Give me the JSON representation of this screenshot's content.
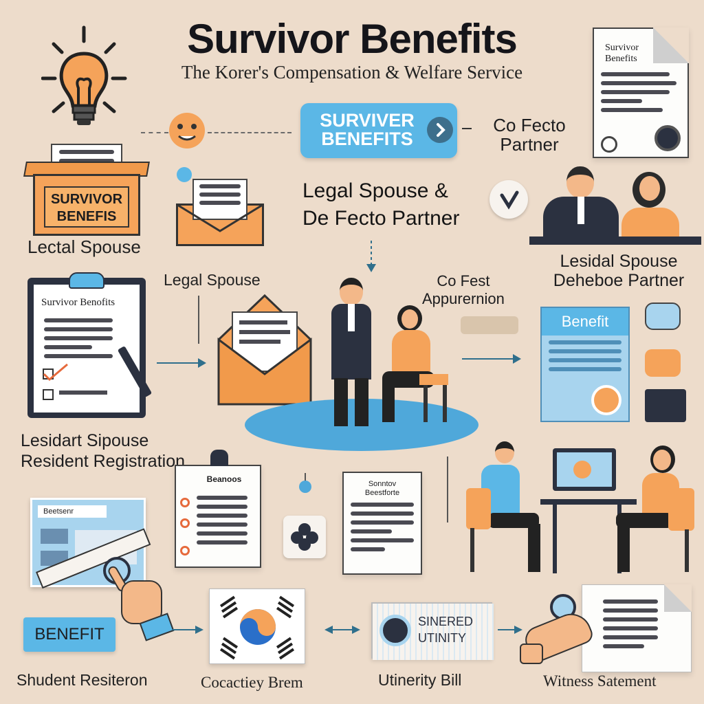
{
  "header": {
    "title": "Survivor Benefits",
    "subtitle": "The Korer's Compensation & Welfare Service"
  },
  "center_button": {
    "label_line1": "SURVIVER",
    "label_line2": "BENEFITS"
  },
  "top_right_label": {
    "line1": "Co Fecto",
    "line2": "Partner"
  },
  "top_right_doc": {
    "title_line1": "Survivor",
    "title_line2": "Benefits"
  },
  "box_label": {
    "line1": "SURVIVOR",
    "line2": "BENEFIS"
  },
  "left_label_1": "Lectal Spouse",
  "center_heading": {
    "line1": "Legal Spouse &",
    "line2": "De Fecto Partner"
  },
  "legal_spouse_label": "Legal Spouse",
  "co_fest_label": {
    "line1": "Co Fest",
    "line2": "Appurernion"
  },
  "right_couple_label": {
    "line1": "Lesidal Spouse",
    "line2": "Deheboe Partner"
  },
  "clipboard": {
    "title": "Survivor Benofits"
  },
  "benefit_card": {
    "title": "Benefit"
  },
  "left_label_2": {
    "line1": "Lesidart Sipouse",
    "line2": "Resident Registration"
  },
  "id_card": {
    "title": "Beetsenr"
  },
  "checklist_doc": {
    "title": "Beanoos"
  },
  "center_doc": {
    "title_line1": "Sonntov",
    "title_line2": "Beestforte"
  },
  "benefit_button": {
    "label": "BENEFIT"
  },
  "utility_card": {
    "line1": "SINERED",
    "line2": "UTINITY"
  },
  "bottom_labels": {
    "resident": "Shudent Resiteron",
    "cohab": "Cocactiey Brem",
    "utility": "Utinerity Bill",
    "witness": "Witness Satement"
  },
  "colors": {
    "background": "#eddccb",
    "accent_blue": "#5bb7e6",
    "accent_orange": "#f5a35a",
    "dark_navy": "#2b3140"
  },
  "icons": [
    "lightbulb-icon",
    "emoji-face-icon",
    "chevron-right-icon",
    "checkmark-badge-icon",
    "envelope-icon",
    "korean-flag-icon",
    "hand-pointer-icon",
    "clover-icon",
    "seal-icon"
  ]
}
